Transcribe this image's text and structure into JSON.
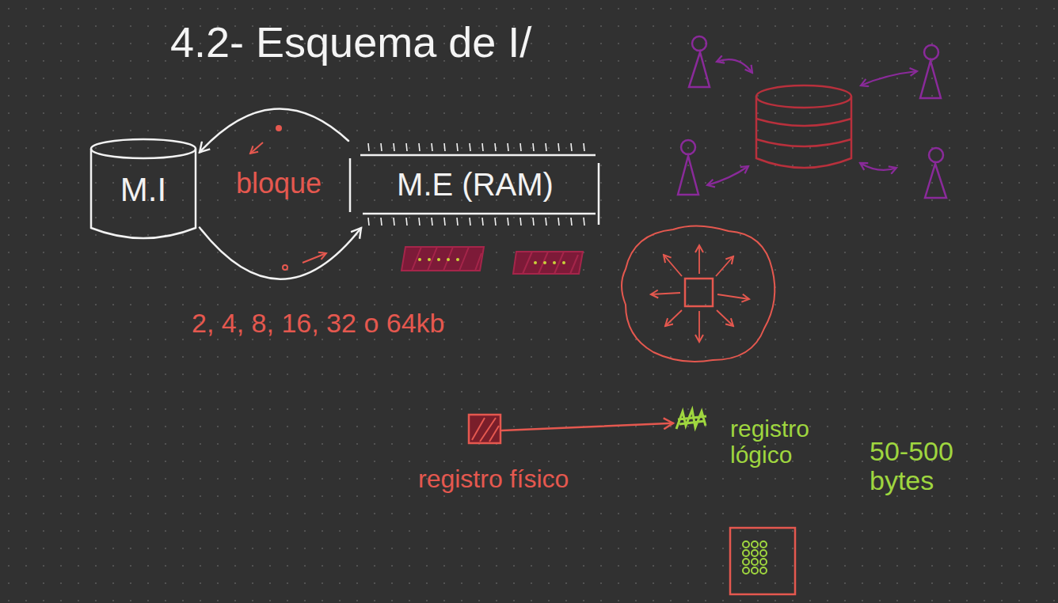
{
  "diagram": {
    "title": "4.2- Esquema de I/",
    "nodes": [
      {
        "text": [
          "M.I"
        ]
      },
      {
        "text": [
          "M.E (RAM)"
        ]
      },
      {
        "text": [
          "registro físico"
        ]
      },
      {
        "text": [
          "registro lógico"
        ]
      }
    ],
    "edges": [
      {
        "from": 1,
        "to": 0,
        "arrow": "to"
      },
      {
        "from": 0,
        "to": 1,
        "arrow": "to"
      },
      {
        "from": 2,
        "to": 3,
        "arrow": "to"
      }
    ],
    "labels": [
      "bloque",
      "2, 4, 8, 16, 32 o 64kb",
      "50-500 bytes"
    ]
  }
}
